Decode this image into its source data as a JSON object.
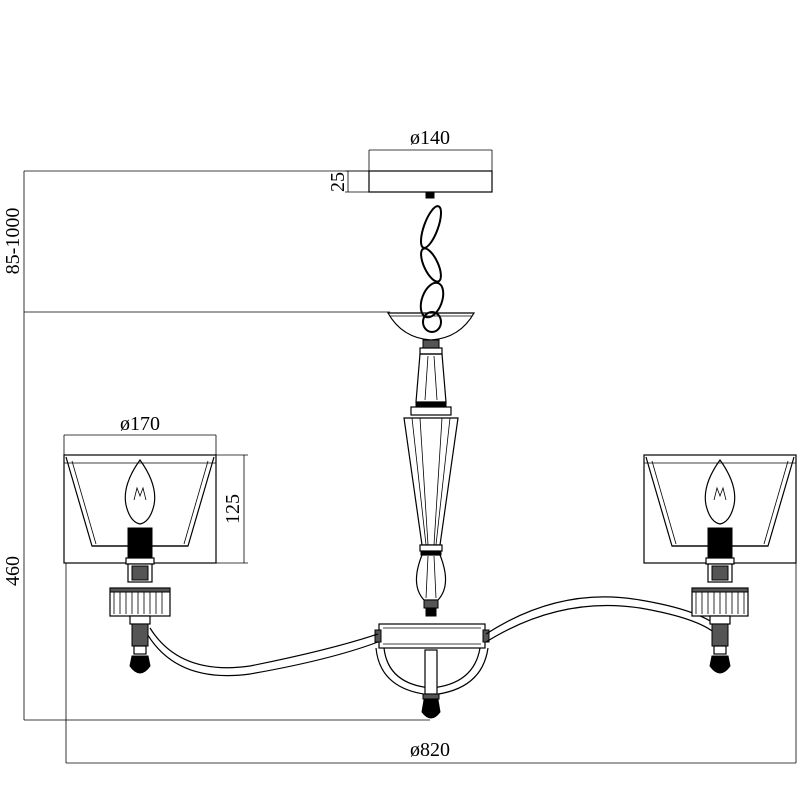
{
  "dimensions": {
    "canopy_diameter": "ø140",
    "canopy_height": "25",
    "drop_range": "85-1000",
    "body_height": "460",
    "shade_diameter": "ø170",
    "shade_height": "125",
    "overall_diameter": "ø820"
  }
}
